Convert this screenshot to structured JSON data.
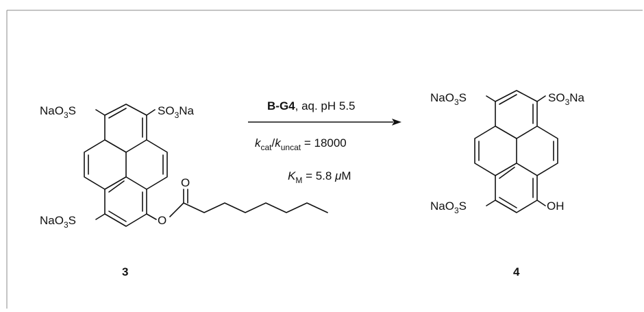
{
  "compound_3": {
    "substituent_top_left": {
      "main": "NaO",
      "sub": "3",
      "tail": "S"
    },
    "substituent_top_right": {
      "head": "SO",
      "sub": "3",
      "tail": "Na"
    },
    "substituent_bottom_left": {
      "main": "NaO",
      "sub": "3",
      "tail": "S"
    },
    "ester_oxygen": "O",
    "carbonyl_oxygen": "O",
    "label": "3"
  },
  "compound_4": {
    "substituent_top_left": {
      "main": "NaO",
      "sub": "3",
      "tail": "S"
    },
    "substituent_top_right": {
      "head": "SO",
      "sub": "3",
      "tail": "Na"
    },
    "substituent_bottom_left": {
      "main": "NaO",
      "sub": "3",
      "tail": "S"
    },
    "hydroxyl": "OH",
    "label": "4"
  },
  "reaction": {
    "catalyst": "B-G4",
    "medium": ", aq. pH 5.5",
    "kcat_k": "k",
    "kcat_sub": "cat",
    "kcat_slash": "/",
    "kuncat_k": "k",
    "kuncat_sub": "uncat",
    "kcat_value": " = 18000",
    "km_k": "K",
    "km_sub": "M",
    "km_value": " = 5.8 ",
    "km_mu": "μ",
    "km_unit": "M"
  }
}
